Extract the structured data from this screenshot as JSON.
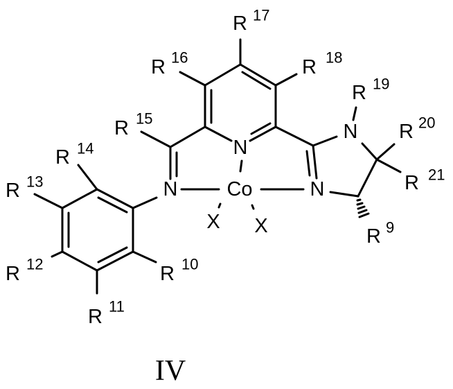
{
  "compound_label": "IV",
  "atoms": {
    "metal": "Co",
    "n_pyridine": "N",
    "n_imine": "N",
    "n_amidine": "N",
    "n_ring": "N",
    "x_left": "X",
    "x_right": "X"
  },
  "substituents": {
    "r9": {
      "symbol": "R",
      "index": "9"
    },
    "r10": {
      "symbol": "R",
      "index": "10"
    },
    "r11": {
      "symbol": "R",
      "index": "11"
    },
    "r12": {
      "symbol": "R",
      "index": "12"
    },
    "r13": {
      "symbol": "R",
      "index": "13"
    },
    "r14": {
      "symbol": "R",
      "index": "14"
    },
    "r15": {
      "symbol": "R",
      "index": "15"
    },
    "r16": {
      "symbol": "R",
      "index": "16"
    },
    "r17": {
      "symbol": "R",
      "index": "17"
    },
    "r18": {
      "symbol": "R",
      "index": "18"
    },
    "r19": {
      "symbol": "R",
      "index": "19"
    },
    "r20": {
      "symbol": "R",
      "index": "20"
    },
    "r21": {
      "symbol": "R",
      "index": "21"
    }
  }
}
